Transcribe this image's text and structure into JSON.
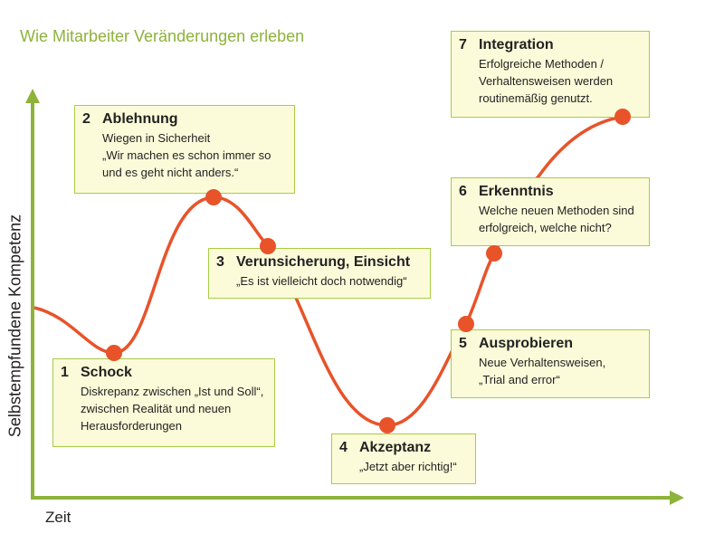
{
  "title": "Wie Mitarbeiter Veränderungen erleben",
  "y_axis_label": "Selbstempfundene Kompetenz",
  "x_axis_label": "Zeit",
  "colors": {
    "axis": "#8db33a",
    "curve": "#e8532a",
    "box_border": "#a8cc45",
    "box_fill": "#fcfbd9",
    "title": "#8db33a"
  },
  "phases": [
    {
      "number": "1",
      "heading": "Schock",
      "lines": [
        "Diskrepanz zwischen „Ist und Soll“,",
        "zwischen Realität und neuen",
        "Herausforderungen"
      ]
    },
    {
      "number": "2",
      "heading": "Ablehnung",
      "lines": [
        "Wiegen in Sicherheit",
        "„Wir machen es schon immer so",
        "und es geht nicht anders.“"
      ]
    },
    {
      "number": "3",
      "heading": "Verunsicherung, Einsicht",
      "lines": [
        "„Es ist vielleicht doch notwendig“"
      ]
    },
    {
      "number": "4",
      "heading": "Akzeptanz",
      "lines": [
        "„Jetzt aber richtig!“"
      ]
    },
    {
      "number": "5",
      "heading": "Ausprobieren",
      "lines": [
        "Neue Verhaltensweisen,",
        "„Trial and error“"
      ]
    },
    {
      "number": "6",
      "heading": "Erkenntnis",
      "lines": [
        "Welche neuen Methoden sind",
        "erfolgreich, welche nicht?"
      ]
    },
    {
      "number": "7",
      "heading": "Integration",
      "lines": [
        "Erfolgreiche Methoden /",
        "Verhaltensweisen werden",
        "routinemäßig genutzt."
      ]
    }
  ]
}
